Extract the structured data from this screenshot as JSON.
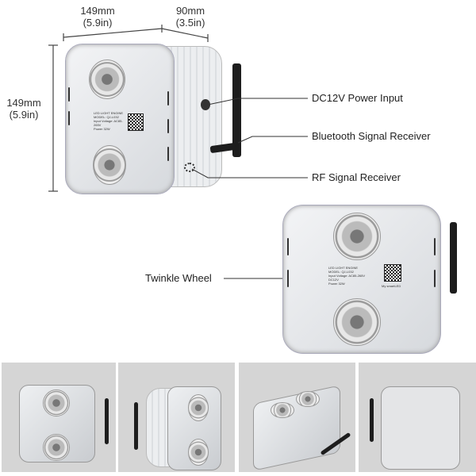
{
  "dimensions": {
    "width_mm": "149mm",
    "width_in": "(5.9in)",
    "depth_mm": "90mm",
    "depth_in": "(3.5in)",
    "height_mm": "149mm",
    "height_in": "(5.9in)"
  },
  "callouts": {
    "power": "DC12V Power Input",
    "bluetooth": "Bluetooth Signal Receiver",
    "rf": "RF Signal Receiver",
    "twinkle": "Twinkle Wheel"
  },
  "device_label": {
    "title": "LED LIGHT ENGINE",
    "model": "MODEL: QJ-L032",
    "input": "Input Voltage: AC85-265V",
    "dc": "DC12V",
    "power": "Power 32W",
    "brand": "My smartLED"
  },
  "colors": {
    "background": "#ffffff",
    "thumb_background": "#d5d5d5",
    "antenna": "#1d1d1d"
  }
}
